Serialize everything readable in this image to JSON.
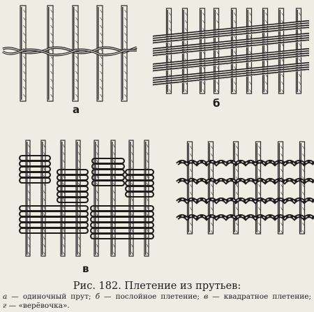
{
  "figure": {
    "caption": "Рис. 182. Плетение из прутьев:",
    "legend": [
      {
        "letter": "а",
        "text": " — одиночный прут; "
      },
      {
        "letter": "б",
        "text": " — послойное плетение; "
      },
      {
        "letter": "в",
        "text": " — квадратное плетение; "
      },
      {
        "letter": "г",
        "text": " — «верёвочка»."
      }
    ]
  },
  "panels": [
    {
      "id": "a",
      "label": "а",
      "title": "одиночный прут"
    },
    {
      "id": "b",
      "label": "б",
      "title": "послойное плетение"
    },
    {
      "id": "v",
      "label": "в",
      "title": "квадратное плетение"
    },
    {
      "id": "g",
      "label": "",
      "title": "«верёвочка»"
    }
  ],
  "colors": {
    "ink": "#1c1c1c",
    "rod": "#2a2a2a",
    "paper": "#efece4"
  }
}
